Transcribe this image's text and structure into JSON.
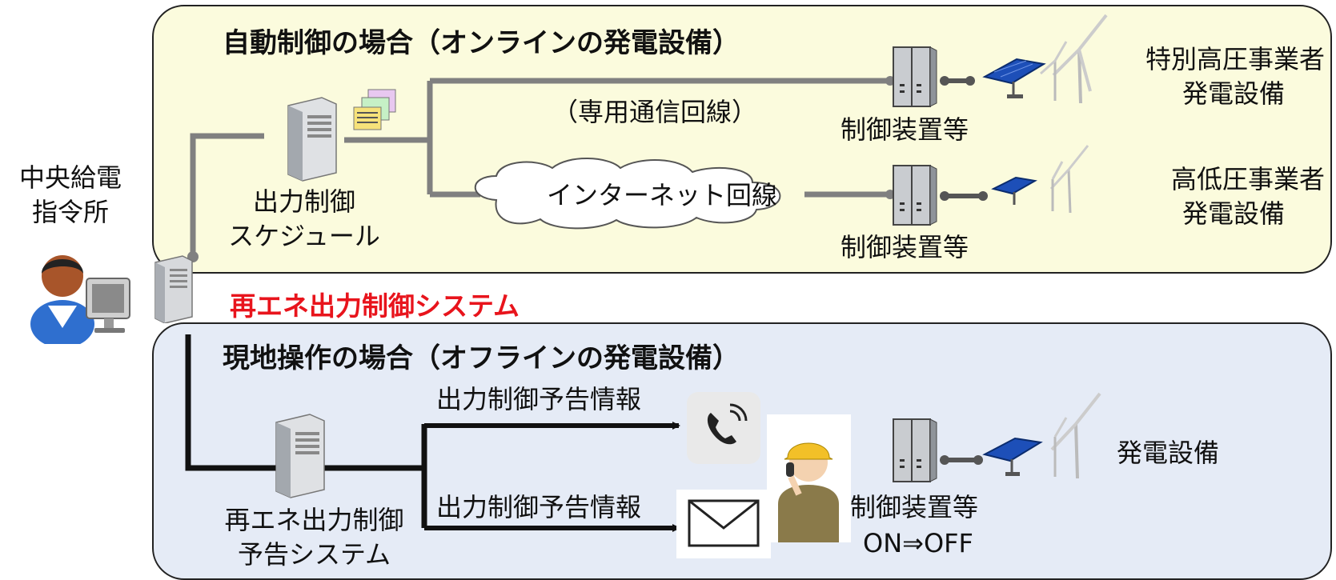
{
  "colors": {
    "auto_panel_bg": "#fbfbdd",
    "manual_panel_bg": "#e5ebf6",
    "auto_line": "#808080",
    "manual_line": "#111111",
    "system_title": "#e8141c"
  },
  "left": {
    "dispatch_center_line1": "中央給電",
    "dispatch_center_line2": "指令所",
    "operator_icon": "operator-at-monitor-icon",
    "server_icon": "server-tower-icon"
  },
  "system_title": "再エネ出力制御システム",
  "auto_section": {
    "title": "自動制御の場合（オンラインの発電設備）",
    "schedule_label_line1": "出力制御",
    "schedule_label_line2": "スケジュール",
    "dedicated_line_label": "（専用通信回線）",
    "internet_line_label": "インターネット回線",
    "controller_label_top": "制御装置等",
    "controller_label_bottom": "制御装置等",
    "extra_high_voltage_line1": "特別高圧事業者",
    "extra_high_voltage_line2": "発電設備",
    "high_low_voltage_line1": "高低圧事業者",
    "high_low_voltage_line2": "発電設備"
  },
  "manual_section": {
    "title": "現地操作の場合（オフラインの発電設備）",
    "notice_system_line1": "再エネ出力制御",
    "notice_system_line2": "予告システム",
    "notice_phone_label": "出力制御予告情報",
    "notice_mail_label": "出力制御予告情報",
    "controller_label": "制御装置等",
    "switch_label": "ON⇒OFF",
    "facility_label": "発電設備",
    "phone_icon": "phone-icon",
    "mail_icon": "mail-icon",
    "worker_icon": "worker-on-phone-icon"
  }
}
